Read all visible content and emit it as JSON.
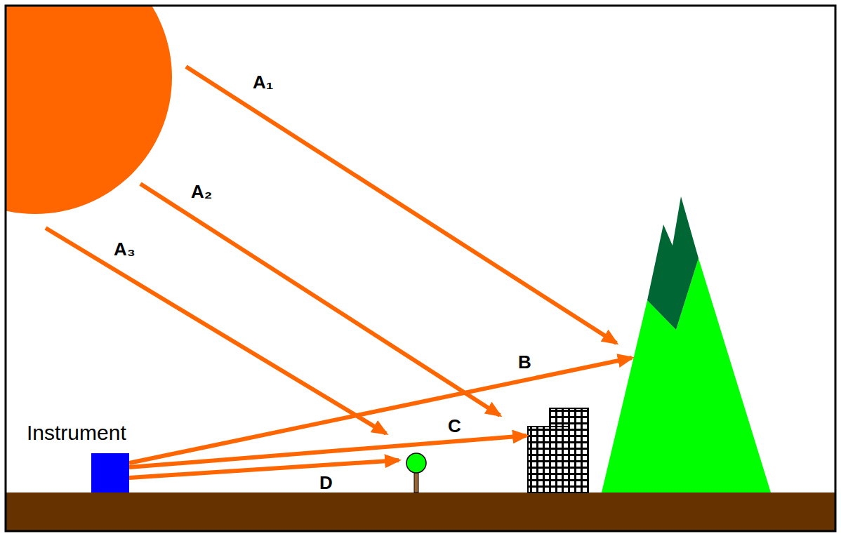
{
  "diagram": {
    "nodes": [
      {
        "text": [
          "Instrument"
        ]
      }
    ],
    "labels": [
      "A₁",
      "A₂",
      "A₃",
      "B",
      "C",
      "D"
    ]
  }
}
